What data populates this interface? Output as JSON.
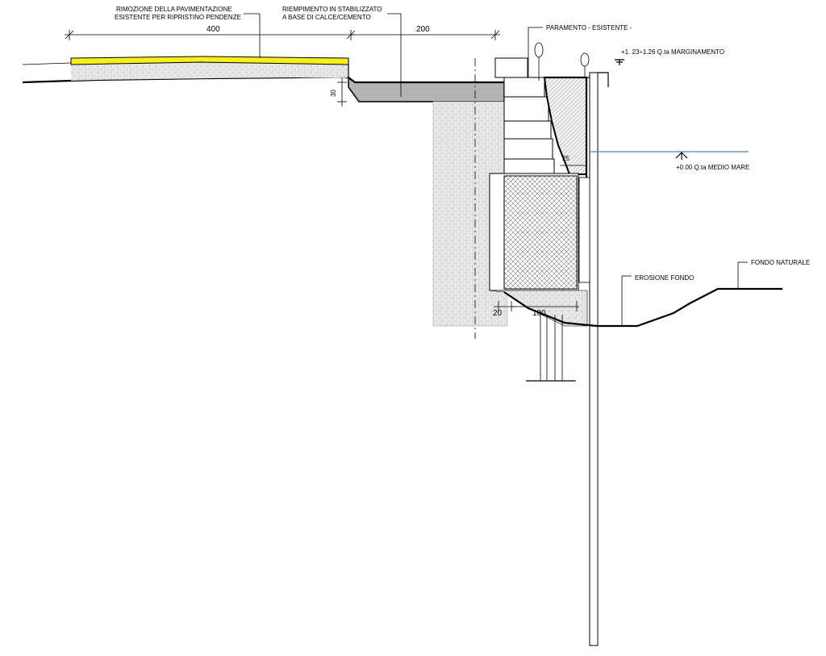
{
  "labels": {
    "pavement_removal": [
      "RIMOZIONE DELLA PAVIMENTAZIONE",
      "ESISTENTE PER RIPRISTINO PENDENZE"
    ],
    "fill": [
      "RIEMPIMENTO IN STABILIZZATO",
      "A BASE DI CALCE/CEMENTO"
    ],
    "facing": "PARAMENTO - ESISTENTE -",
    "quay_level": "+1. 23÷1.26 Q.ta MARGINAMENTO",
    "sea_level": "+0.00 Q.ta MEDIO MARE",
    "erosion": "EROSIONE FONDO",
    "natural_bottom": "FONDO NATURALE"
  },
  "dimensions": {
    "pavement_width": "400",
    "fill_width": "200",
    "fill_depth": "30",
    "step_25": "25",
    "toe_20": "20",
    "toe_100": "100"
  },
  "colors": {
    "pavement": "#f7ef1a",
    "sea_line": "#5a7fb0",
    "concrete_gray": "#e8e8e8",
    "fill_gray": "#b9b9b9"
  }
}
